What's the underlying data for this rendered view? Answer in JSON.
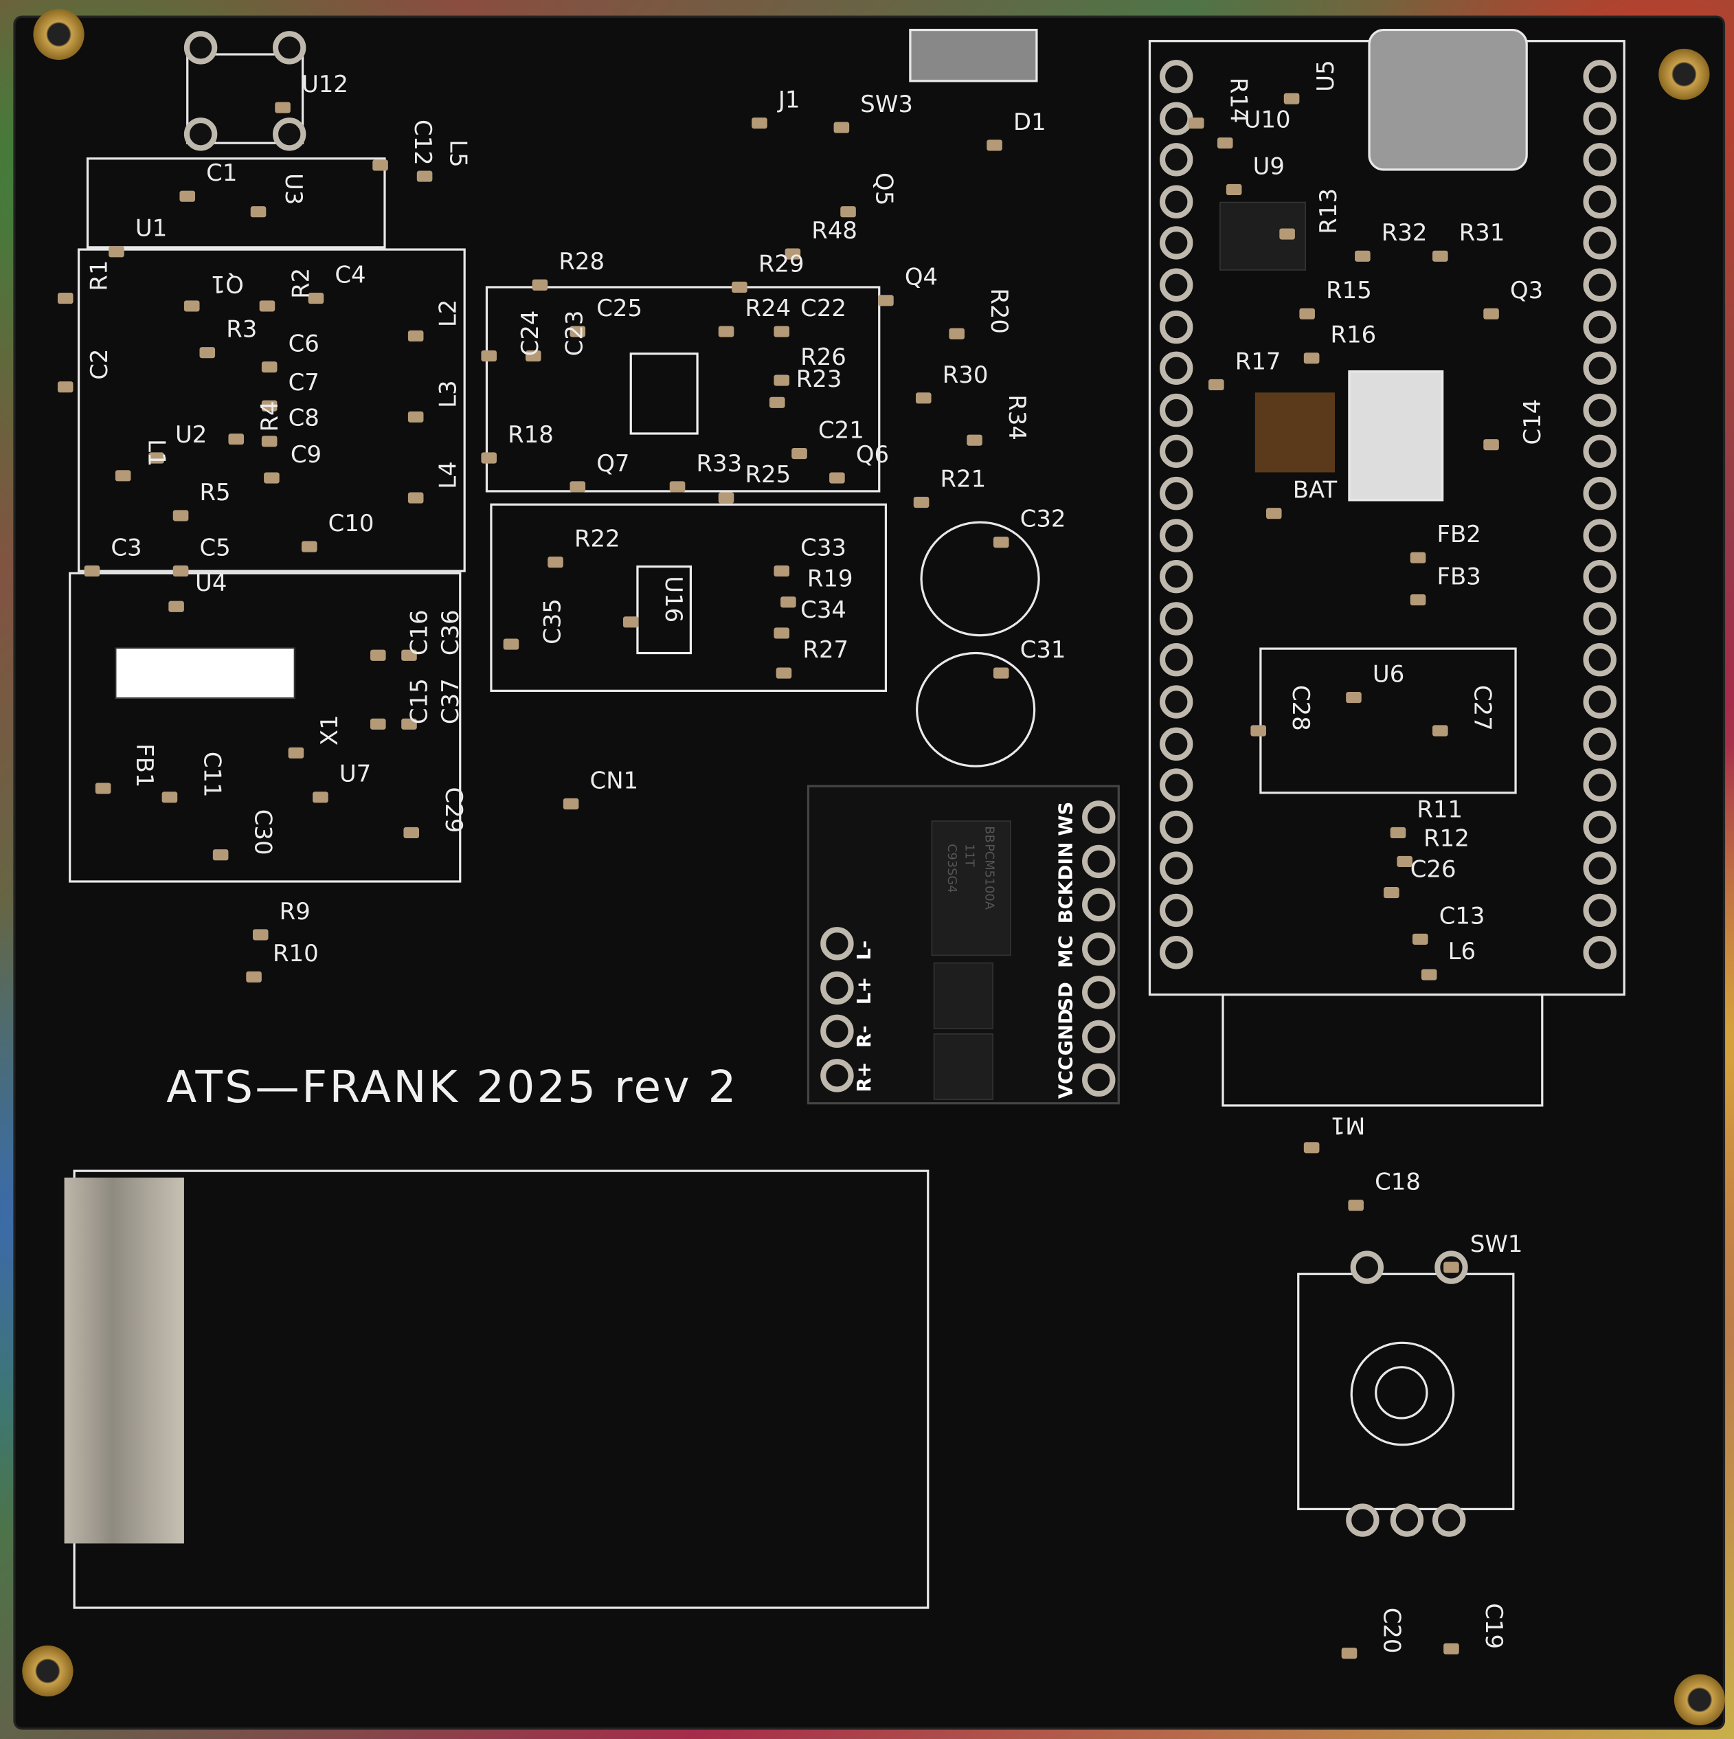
{
  "board_title": "ATS—FRANK 2025 rev 2",
  "designators": [
    "U12",
    "C1",
    "U3",
    "U1",
    "C12",
    "L5",
    "R1",
    "Q1",
    "R2",
    "C4",
    "L2",
    "R3",
    "C6",
    "C2",
    "C7",
    "L3",
    "U2",
    "R4",
    "C8",
    "L1",
    "C9",
    "L4",
    "R5",
    "C10",
    "C3",
    "C5",
    "J1",
    "SW3",
    "D1",
    "Q5",
    "R48",
    "R28",
    "R29",
    "C25",
    "R24",
    "C22",
    "C24",
    "C23",
    "R26",
    "R23",
    "C21",
    "R18",
    "Q7",
    "R33",
    "R25",
    "Q6",
    "Q4",
    "R20",
    "R30",
    "R34",
    "R21",
    "C32",
    "R22",
    "C33",
    "R19",
    "C34",
    "R27",
    "C35",
    "U16",
    "C31",
    "CN1",
    "U4",
    "C16",
    "C36",
    "C15",
    "C37",
    "X1",
    "U7",
    "FB1",
    "C11",
    "C30",
    "C29",
    "R9",
    "R10",
    "R14",
    "U10",
    "U5",
    "U9",
    "R13",
    "R32",
    "R31",
    "R15",
    "Q3",
    "R16",
    "R17",
    "C14",
    "BAT",
    "FB2",
    "FB3",
    "U6",
    "C28",
    "C27",
    "R11",
    "R12",
    "C26",
    "C13",
    "L6",
    "M1",
    "C18",
    "SW1",
    "C20",
    "C19"
  ],
  "dac_module": {
    "pins_right": [
      "WS",
      "DIN",
      "BCK",
      "MC",
      "SD",
      "GND",
      "VCC"
    ],
    "pins_left": [
      "L-",
      "L+",
      "R-",
      "R+"
    ],
    "chip_marking": [
      "BB",
      "PCM5100A",
      "11T",
      "C93SG4"
    ]
  }
}
